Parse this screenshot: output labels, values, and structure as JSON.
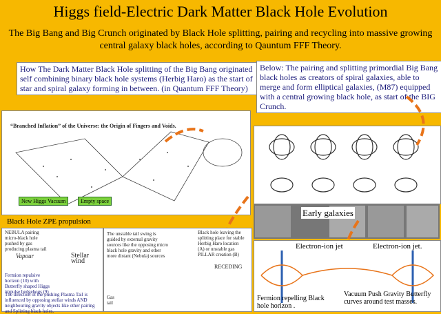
{
  "title": "Higgs field-Electric Dark Matter Black Hole Evolution",
  "intro": "The Big Bang and Big Crunch originated by Black Hole splitting, pairing and recycling into massive growing central galaxy black holes, according to Qauntum FFF Theory.",
  "left_caption": "How The Dark Matter Black Hole splitting of the Big Bang originated  self combining binary black hole systems (Herbig Haro) as the start of star and spiral galaxy forming in between. (in Quantum FFF Theory)",
  "right_caption": "Below: The pairing and splitting primordial Big Bang black holes as creators of spiral galaxies, able to merge and form elliptical galaxies, (M87) equipped with a central growing black hole, as start of the BIG Crunch.",
  "inflation_title": "“Branched Inflation” of the Universe: the Origin of Fingers and Voids.",
  "higgs_vacuum_label": "New Higgs Vacuum",
  "empty_space_label": "Empty space",
  "zpe_label": "Black Hole ZPE propulsion",
  "nebula_text": "NEBULA pairing micro-black hole pushed by gas producing plasma tail",
  "vapour_label": "Vapour",
  "stellar_wind_label": "Stellar wind",
  "fermion_horizon_text": "Fermion repulsive horizon (10) with Butterfly shaped Higgs impulse hedgehogs (9)",
  "direction_text": "The direction of the pushing Plasma Tail is influenced by opposing stellar winds AND neighbouring gravity objects like other pairing and Splitting black holes.",
  "tail_text": "The unstable tail swing is guided by external gravity sources like the opposing micro black hole gravity and other more distant (Nebula) sources",
  "gas_tail_label": "Gas tail",
  "pillar_text": "Black hole leaving the splitting place for stable Herbig Haro location (A) or unstable gas PILLAR creation (B)",
  "receding_label": "RECEDING",
  "early_galaxies_label": "Early galaxies",
  "electron_jet_left": "Electron-ion jet",
  "electron_jet_right": "Electron-ion jet.",
  "fermion_bottom": "Fermion repelling Black hole horizon .",
  "vacuum_push": "Vacuum Push Gravity Butterfly curves around test masses.",
  "colors": {
    "background": "#f7b800",
    "caption": "#1a1a7a",
    "arrow": "#e8741a",
    "jet": "#2b5fb0"
  }
}
